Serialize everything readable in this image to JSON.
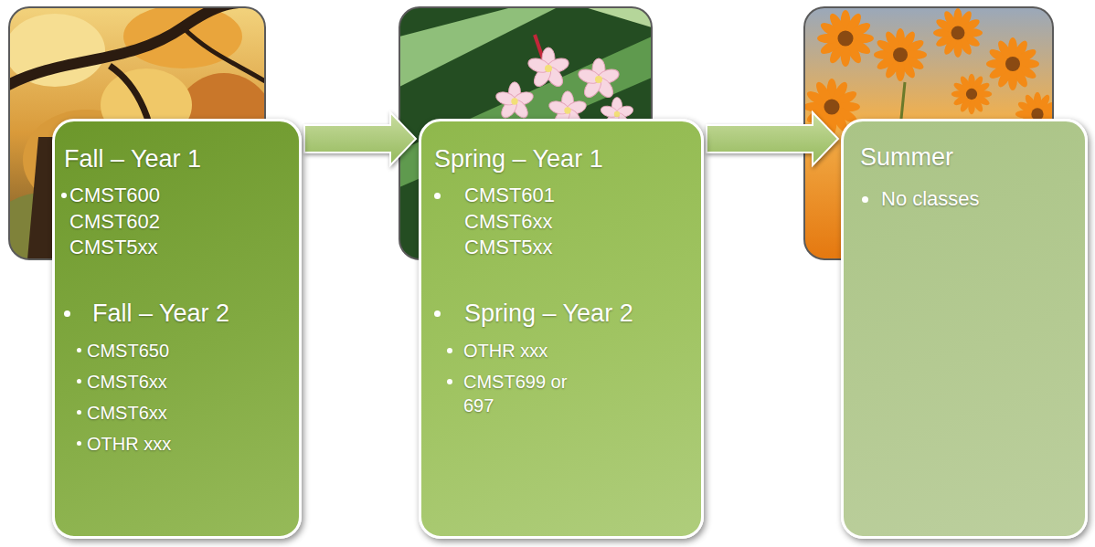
{
  "diagram": {
    "nodes": [
      {
        "text": [
          "Fall – Year 1",
          "CMST600 CMST602 CMST5xx",
          "Fall – Year 2",
          "CMST650",
          "CMST6xx",
          "CMST6xx",
          "OTHR xxx"
        ]
      },
      {
        "text": [
          "Spring – Year 1",
          "CMST601 CMST6xx CMST5xx",
          "Spring – Year 2",
          "OTHR xxx",
          "CMST699 or 697"
        ]
      },
      {
        "text": [
          "Summer",
          "No classes"
        ]
      }
    ],
    "edges": [
      {
        "from": 0,
        "to": 1,
        "arrow": "to"
      },
      {
        "from": 1,
        "to": 2,
        "arrow": "to"
      }
    ]
  }
}
